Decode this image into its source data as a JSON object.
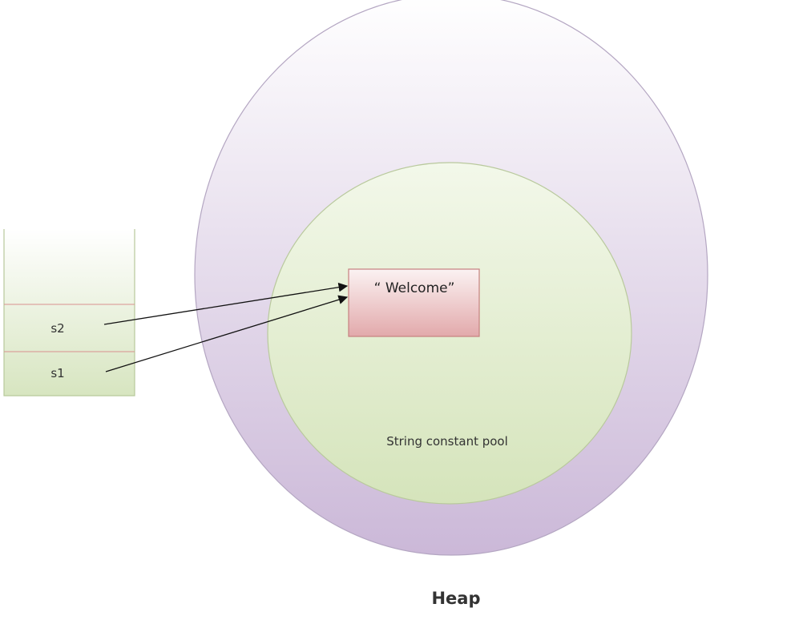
{
  "diagram": {
    "stack": {
      "variables": [
        {
          "name": "s2"
        },
        {
          "name": "s1"
        }
      ]
    },
    "string_object": {
      "value": "“ Welcome”"
    },
    "pool": {
      "label": "String constant pool"
    },
    "heap": {
      "label": "Heap"
    }
  },
  "colors": {
    "heap_gradient_top": "#ffffff",
    "heap_gradient_bottom": "#cbb8d8",
    "heap_stroke": "#b4a6c2",
    "pool_gradient_top": "#f3f8ea",
    "pool_gradient_bottom": "#d5e4bb",
    "pool_stroke": "#b9c99d",
    "stack_gradient_top": "#ffffff",
    "stack_gradient_bottom": "#d7e5c0",
    "stack_stroke": "#b8c99b",
    "stack_divider": "#d9908f",
    "string_gradient_top": "#fbf2f2",
    "string_gradient_bottom": "#e2a9ab",
    "string_stroke": "#c6807f",
    "arrow": "#111111"
  }
}
